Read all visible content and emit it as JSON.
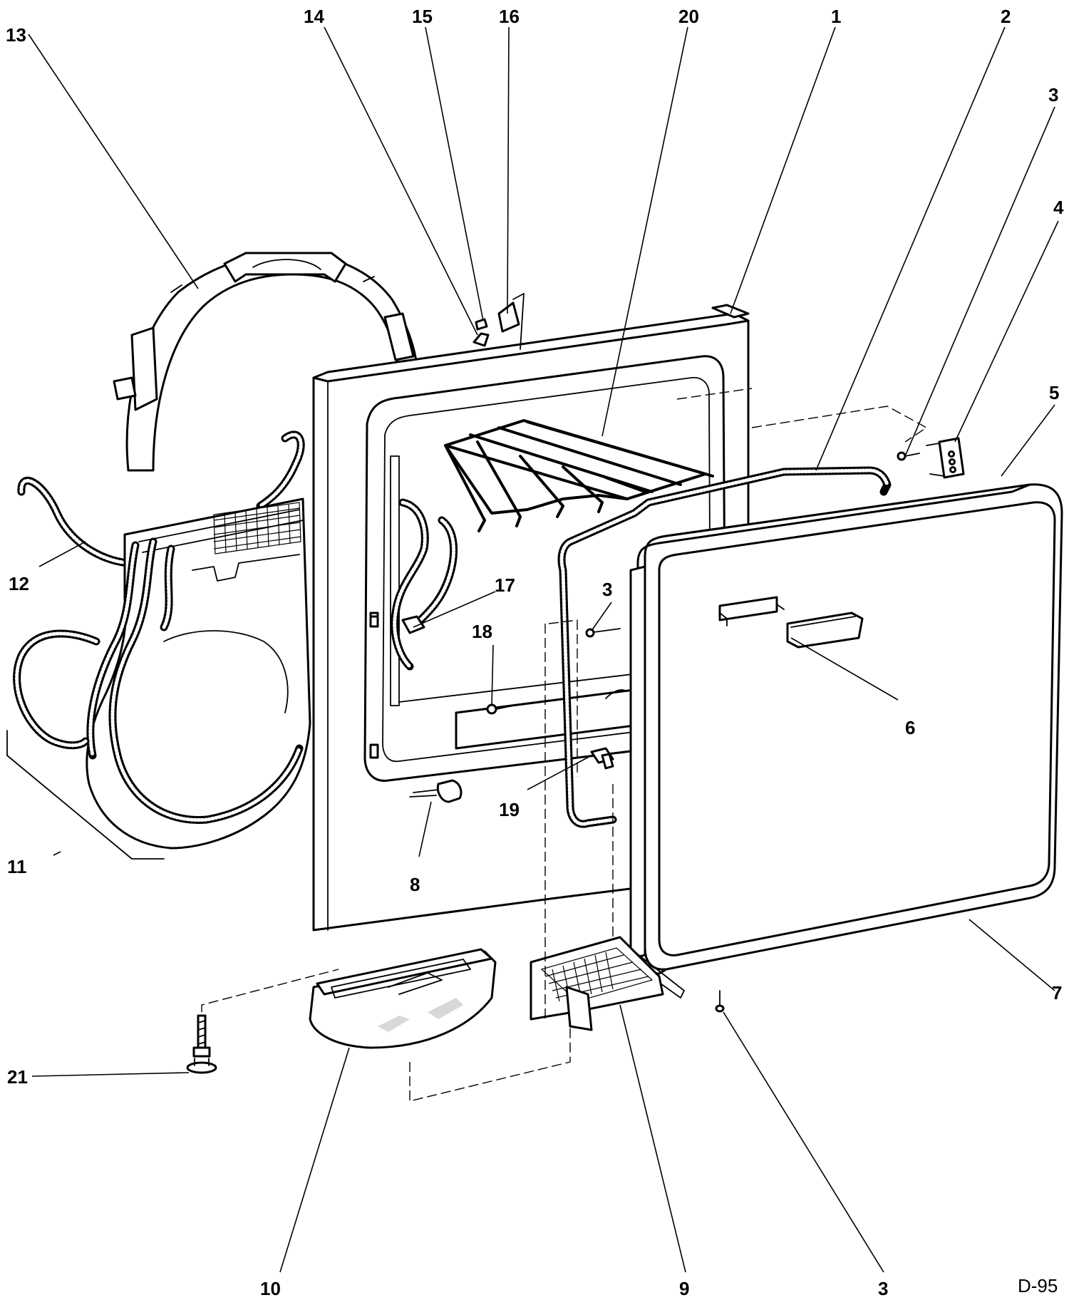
{
  "diagram_id": "D-95",
  "callouts": [
    {
      "id": "13",
      "label": "13"
    },
    {
      "id": "14",
      "label": "14"
    },
    {
      "id": "15",
      "label": "15"
    },
    {
      "id": "16",
      "label": "16"
    },
    {
      "id": "20",
      "label": "20"
    },
    {
      "id": "1",
      "label": "1"
    },
    {
      "id": "2",
      "label": "2"
    },
    {
      "id": "3a",
      "label": "3"
    },
    {
      "id": "4",
      "label": "4"
    },
    {
      "id": "5",
      "label": "5"
    },
    {
      "id": "12",
      "label": "12"
    },
    {
      "id": "17",
      "label": "17"
    },
    {
      "id": "3b",
      "label": "3"
    },
    {
      "id": "18",
      "label": "18"
    },
    {
      "id": "6",
      "label": "6"
    },
    {
      "id": "19",
      "label": "19"
    },
    {
      "id": "8",
      "label": "8"
    },
    {
      "id": "11",
      "label": "11"
    },
    {
      "id": "7",
      "label": "7"
    },
    {
      "id": "21",
      "label": "21"
    },
    {
      "id": "10",
      "label": "10"
    },
    {
      "id": "9",
      "label": "9"
    },
    {
      "id": "3c",
      "label": "3"
    }
  ]
}
